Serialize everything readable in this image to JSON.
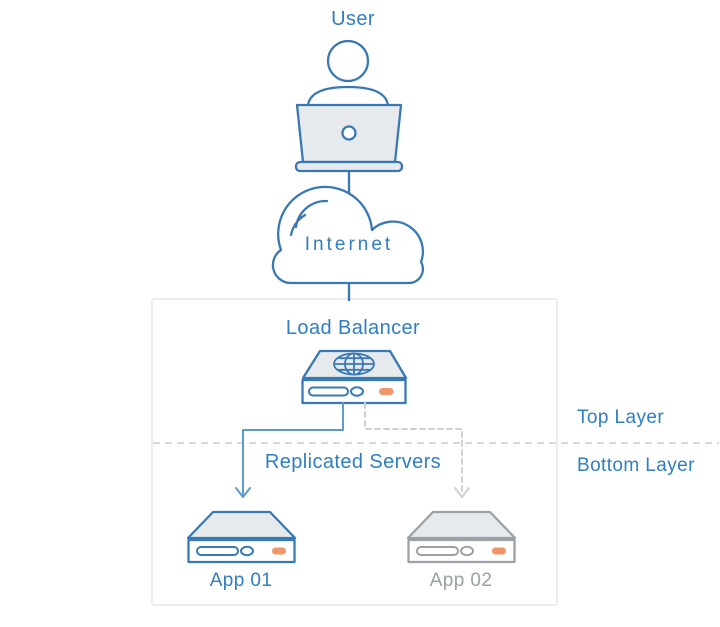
{
  "labels": {
    "user": "User",
    "internet": "Internet",
    "load_balancer": "Load Balancer",
    "top_layer": "Top Layer",
    "bottom_layer": "Bottom Layer",
    "replicated_servers": "Replicated Servers",
    "app01": "App 01",
    "app02": "App 02"
  },
  "colors": {
    "label_blue": "#2f7ec2",
    "icon_stroke_blue": "#3878b4",
    "arrow_blue": "#5e9ace",
    "inactive_gray_stroke": "#9ba1a7",
    "inactive_gray_text": "#9aa0a5",
    "dashed_arrow_gray": "#cdd1d4",
    "layer_divider_gray": "#d9d9d9",
    "container_border_gray": "#ececec",
    "device_fill_gray": "#e7eaec",
    "status_orange": "#f0956a"
  }
}
